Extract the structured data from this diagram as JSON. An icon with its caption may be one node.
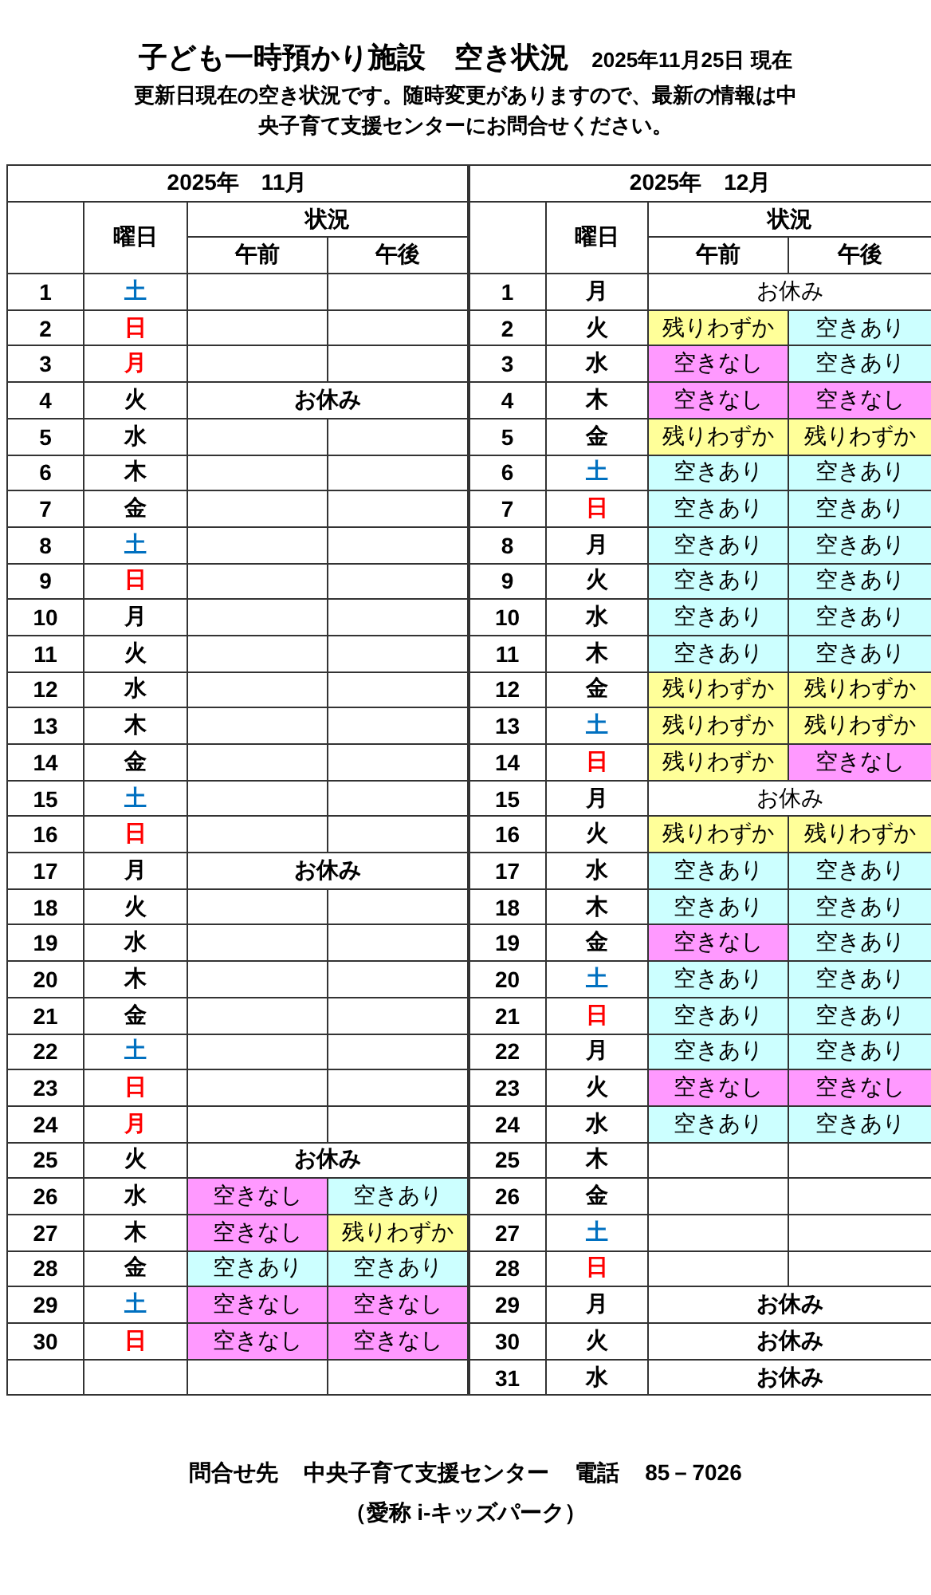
{
  "diagram": {
    "title": "子ども一時預かり施設　空き状況",
    "labels": [
      "2025年11月25日 現在",
      "更新日現在の空き状況です。随時変更がありますので、最新の情報は中央子育て支援センターにお問合せください。",
      "2025年　11月",
      "2025年　12月",
      "曜日",
      "状況",
      "曜日",
      "状況",
      "午前",
      "午後",
      "午前",
      "午後",
      "1",
      "土",
      "1",
      "月",
      "お休み",
      "2",
      "日",
      "2",
      "火",
      "残りわずか",
      "空きあり",
      "3",
      "月",
      "3",
      "水",
      "空きなし",
      "空きあり",
      "4",
      "火",
      "お休み",
      "4",
      "木",
      "空きなし",
      "空きなし",
      "5",
      "水",
      "5",
      "金",
      "残りわずか",
      "残りわずか",
      "6",
      "木",
      "6",
      "土",
      "空きあり",
      "空きあり",
      "7",
      "金",
      "7",
      "日",
      "空きあり",
      "空きあり",
      "8",
      "土",
      "8",
      "月",
      "空きあり",
      "空きあり",
      "9",
      "日",
      "9",
      "火",
      "空きあり",
      "空きあり",
      "10",
      "月",
      "10",
      "水",
      "空きあり",
      "空きあり",
      "11",
      "火",
      "11",
      "木",
      "空きあり",
      "空きあり",
      "12",
      "水",
      "12",
      "金",
      "残りわずか",
      "残りわずか",
      "13",
      "木",
      "13",
      "土",
      "残りわずか",
      "残りわずか",
      "14",
      "金",
      "14",
      "日",
      "残りわずか",
      "空きなし",
      "15",
      "土",
      "15",
      "月",
      "お休み",
      "16",
      "日",
      "16",
      "火",
      "残りわずか",
      "残りわずか",
      "17",
      "月",
      "お休み",
      "17",
      "水",
      "空きあり",
      "空きあり",
      "18",
      "火",
      "18",
      "木",
      "空きあり",
      "空きあり",
      "19",
      "水",
      "19",
      "金",
      "空きなし",
      "空きあり",
      "20",
      "木",
      "20",
      "土",
      "空きあり",
      "空きあり",
      "21",
      "金",
      "21",
      "日",
      "空きあり",
      "空きあり",
      "22",
      "土",
      "22",
      "月",
      "空きあり",
      "空きあり",
      "23",
      "日",
      "23",
      "火",
      "空きなし",
      "空きなし",
      "24",
      "月",
      "24",
      "水",
      "空きあり",
      "空きあり",
      "25",
      "火",
      "お休み",
      "25",
      "木",
      "26",
      "水",
      "空きなし",
      "空きあり",
      "26",
      "金",
      "27",
      "木",
      "空きなし",
      "残りわずか",
      "27",
      "土",
      "28",
      "金",
      "空きあり",
      "空きあり",
      "28",
      "日",
      "29",
      "土",
      "空きなし",
      "空きなし",
      "29",
      "月",
      "お休み",
      "30",
      "日",
      "空きなし",
      "空きなし",
      "30",
      "火",
      "お休み",
      "31",
      "水",
      "お休み",
      "問合せ先",
      "中央子育て支援センター",
      "電話",
      "85－7026",
      "（愛称 i-キッズパーク）"
    ]
  }
}
